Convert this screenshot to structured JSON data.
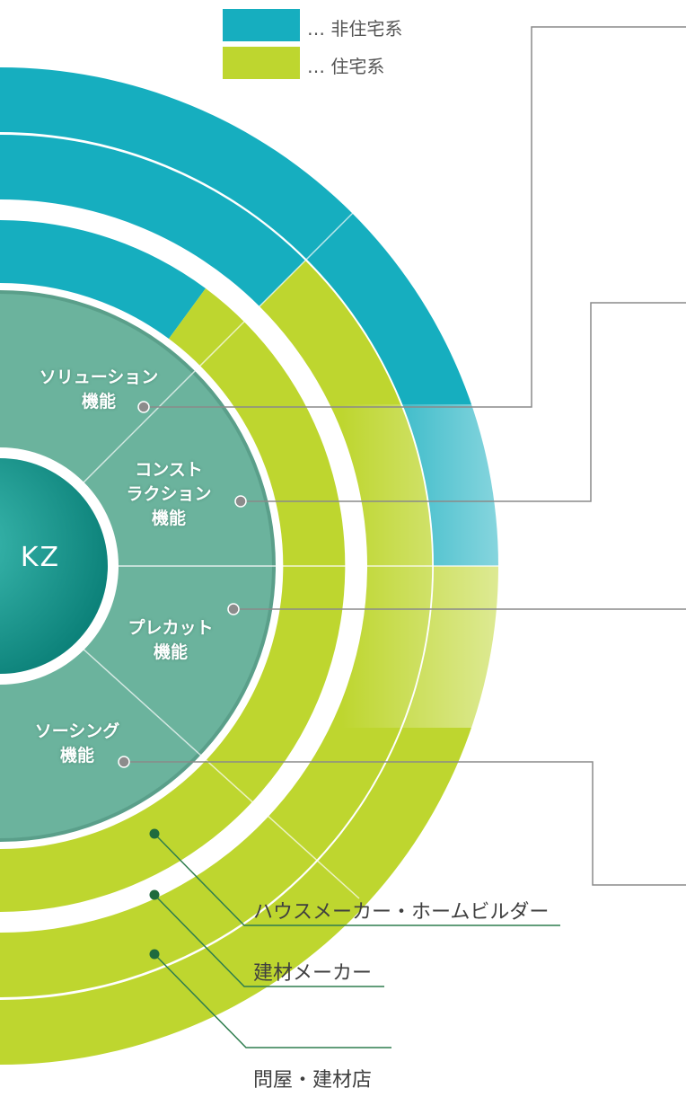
{
  "legend": {
    "items": [
      {
        "color": "#16aebf",
        "label": "… 非住宅系"
      },
      {
        "color": "#bed62f",
        "label": "… 住宅系"
      }
    ]
  },
  "center": {
    "label": "KZ"
  },
  "functions": [
    {
      "lines": [
        "ソリューション",
        "機能"
      ]
    },
    {
      "lines": [
        "コンスト",
        "ラクション",
        "機能"
      ]
    },
    {
      "lines": [
        "プレカット",
        "機能"
      ]
    },
    {
      "lines": [
        "ソーシング",
        "機能"
      ]
    }
  ],
  "customers": [
    {
      "label": "ハウスメーカー・ホームビルダー"
    },
    {
      "label": "建材メーカー"
    },
    {
      "label": "問屋・建材店"
    }
  ],
  "colors": {
    "non_residential": "#16aebf",
    "residential": "#bed62f",
    "function_disc": "#6bb39d",
    "core": "#0e8f86",
    "leader": "#8a8a8a",
    "customer_leader": "#2e7d4e"
  }
}
